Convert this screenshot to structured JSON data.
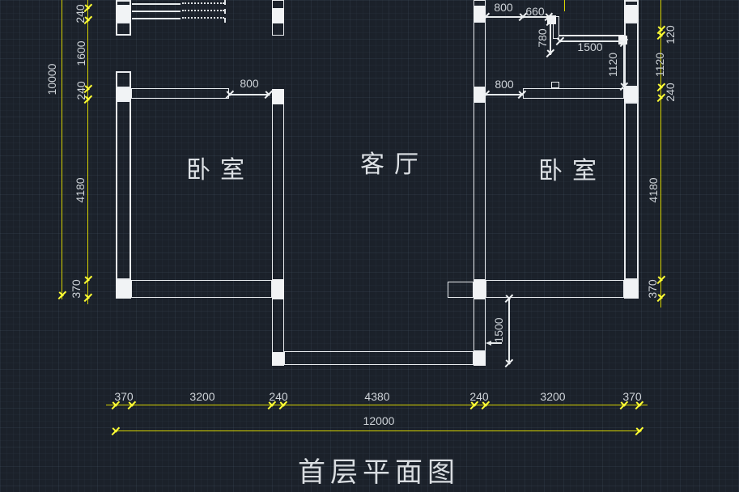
{
  "title": "首层平面图",
  "rooms": [
    {
      "label": "卧室"
    },
    {
      "label": "客厅"
    },
    {
      "label": "卧室"
    }
  ],
  "dims": {
    "left_total": "10000",
    "left_col": [
      "240",
      "1600",
      "240",
      "4180",
      "370"
    ],
    "right_col": [
      "120",
      "1120",
      "240",
      "4180",
      "370"
    ],
    "bottom_row": [
      "370",
      "3200",
      "240",
      "4380",
      "240",
      "3200",
      "370"
    ],
    "bottom_total": "12000",
    "door_left": "800",
    "door_right": "800",
    "notch": {
      "w800": "800",
      "w660": "660",
      "h780": "780",
      "w1500": "1500",
      "h1120": "1120"
    },
    "bay_depth": "1500"
  },
  "colors": {
    "background": "#1b212a",
    "wall": "#e9ecef",
    "dim_line": "#d8d400",
    "dim_tick": "#ffff35",
    "dim_text": "#ced3d8",
    "room_text": "#dde1e5"
  }
}
